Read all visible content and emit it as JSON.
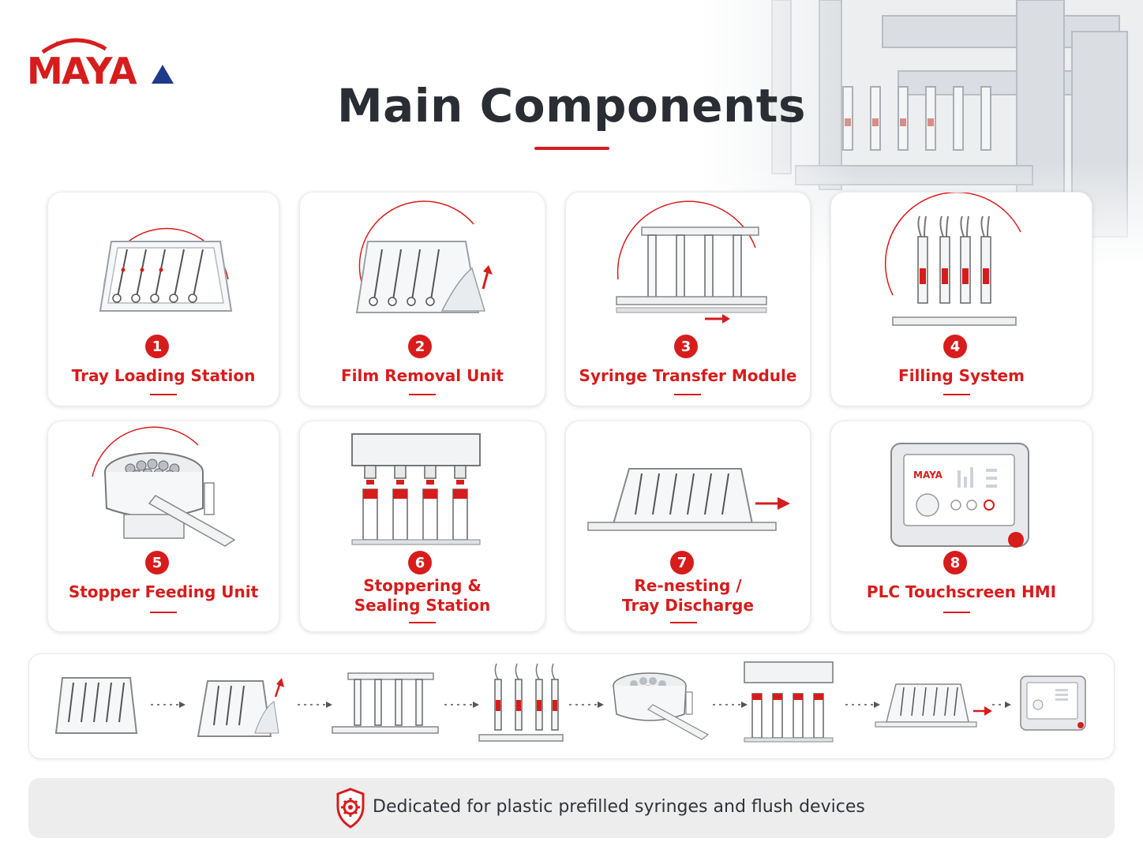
{
  "brand": {
    "name": "MAYA",
    "accent": "#d71c1c",
    "navy": "#1f3a8a"
  },
  "title": "Main Components",
  "components": [
    {
      "number": "1",
      "label": "Tray Loading Station",
      "icon": "syringe-tray-icon"
    },
    {
      "number": "2",
      "label": "Film Removal Unit",
      "icon": "film-peel-icon"
    },
    {
      "number": "3",
      "label": "Syringe Transfer Module",
      "icon": "transfer-rail-icon"
    },
    {
      "number": "4",
      "label": "Filling System",
      "icon": "filling-nozzles-icon"
    },
    {
      "number": "5",
      "label": "Stopper Feeding Unit",
      "icon": "vibratory-bowl-icon"
    },
    {
      "number": "6",
      "label_line1": "Stoppering &",
      "label_line2": "Sealing Station",
      "icon": "stoppering-press-icon"
    },
    {
      "number": "7",
      "label_line1": "Re-nesting /",
      "label_line2": "Tray Discharge",
      "icon": "tray-discharge-icon"
    },
    {
      "number": "8",
      "label": "PLC Touchscreen HMI",
      "icon": "hmi-panel-icon"
    }
  ],
  "hmi_screen_logo": "MAYA",
  "footer": {
    "text": "Dedicated for plastic prefilled syringes and flush devices",
    "icon": "shield-gear-icon"
  }
}
